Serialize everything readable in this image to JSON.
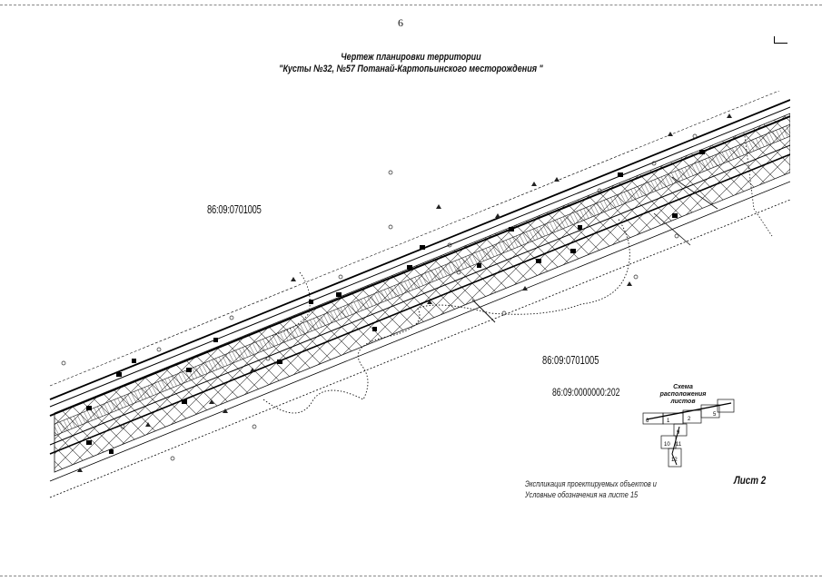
{
  "page": {
    "number": "6",
    "title_line1": "Чертеж планировки территории",
    "title_line2": "\"Кусты №32, №57 Потанай-Картопьинского месторождения \""
  },
  "drawing": {
    "parcel_labels": [
      "86:09:0701005",
      "86:09:0701005",
      "86:09:0000000:202"
    ]
  },
  "scheme": {
    "title": "Схема расположения листов",
    "numbers": [
      "6",
      "1",
      "2",
      "5",
      "9",
      "10",
      "11",
      "12"
    ]
  },
  "legend": {
    "line1": "Экспликация проектируемых объектов и",
    "line2": "Условные обозначения на листе 15"
  },
  "sheet": {
    "label": "Лист 2"
  }
}
